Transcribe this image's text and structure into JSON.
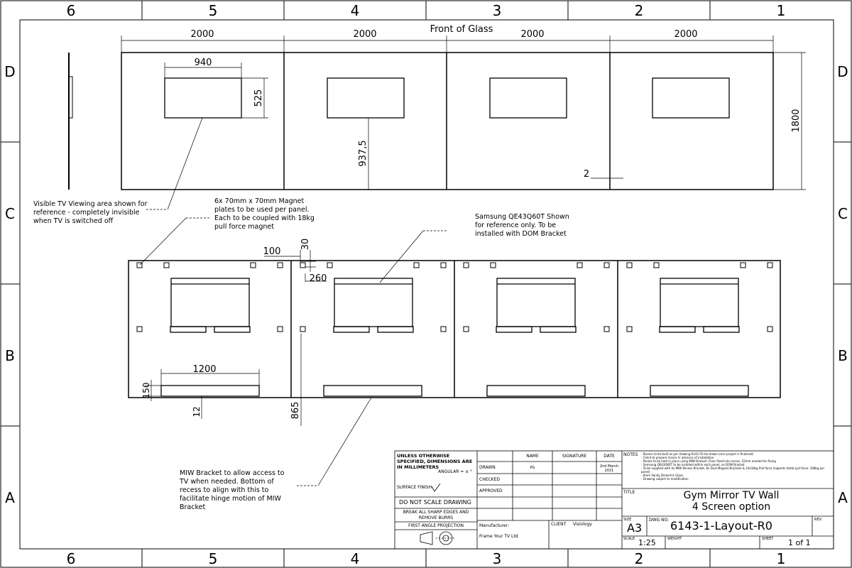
{
  "sheet": {
    "zone_columns": [
      "6",
      "5",
      "4",
      "3",
      "2",
      "1"
    ],
    "zone_rows": [
      "D",
      "C",
      "B",
      "A"
    ]
  },
  "front_view": {
    "heading": "Front of Glass",
    "panel_width": "2000",
    "panel_height": "1800",
    "screen_width": "940",
    "screen_height": "525",
    "screen_bottom_offset": "937,5",
    "gap": "2"
  },
  "rear_view": {
    "magnet_offset_x": "100",
    "magnet_offset_y": "30",
    "magnet_spacing": "260",
    "recess_width": "1200",
    "recess_height": "150",
    "recess_bottom": "12",
    "recess_height_from_floor": "865"
  },
  "callouts": {
    "tv_area": "Visible TV Viewing area shown for reference - completely invisible when TV is switched off",
    "magnets": "6x 70mm x 70mm Magnet plates to be used per panel. Each to be coupled with 18kg pull force magnet",
    "samsung": "Samsung QE43Q60T Shown for reference only. To be installed with DOM Bracket",
    "miw": "MIW Bracket to allow access to TV when needed. Bottom of recess to align with this to facilitate hinge motion of MIW Bracket"
  },
  "title_block": {
    "spec_note": "UNLESS OTHERWISE SPECIFIED, DIMENSIONS ARE IN MILLIMETERS",
    "angular": "ANGULAR = ± °",
    "surface_finish": "SURFACE FINISH",
    "do_not_scale": "DO NOT SCALE DRAWING",
    "break_edges": "BREAK ALL SHARP EDGES AND REMOVE BURRS",
    "projection": "FIRST ANGLE PROJECTION",
    "col_name": "NAME",
    "col_signature": "SIGNATURE",
    "col_date": "DATE",
    "row_drawn": "DRAWN",
    "row_checked": "CHECKED",
    "row_approved": "APPROVED",
    "drawn_name": "PG",
    "drawn_date": "2nd March 2021",
    "manufacturer_label": "Manufacturer:",
    "manufacturer_value": "Frame Your TV Ltd",
    "client_label": "CLIENT",
    "client_value": "Visiology",
    "notes_label": "NOTES",
    "notes": [
      "- Recess to be built as per drawing 6143 (To be drawn once project is finalised)",
      "- Client to prepare recess in advance of installation",
      "- Panels to be held in place using MIW Bracket, Floor fixed into recess. 22mm needed for fixing",
      "- Samsung QE43Q60T to be installed within each panel, on DOM Bracket",
      "- To be supplied with 4x MIW Recess Bracket, 8x Dual Magnet Brackets & 24x18kg Pull force magnets (total pull force: 108kg per panel)",
      "- 6mm Vanity Dielectric Glass",
      "- Drawing subject to modification"
    ],
    "title_label": "TITLE",
    "title_line1": "Gym Mirror TV Wall",
    "title_line2": "4 Screen option",
    "size_label": "SIZE",
    "size_value": "A3",
    "dwg_label": "DWG NO.",
    "dwg_value": "6143-1-Layout-R0",
    "rev_label": "REV.",
    "scale_label": "SCALE",
    "scale_value": "1:25",
    "weight_label": "WEIGHT",
    "sheet_label": "SHEET",
    "sheet_value": "1 of 1"
  }
}
